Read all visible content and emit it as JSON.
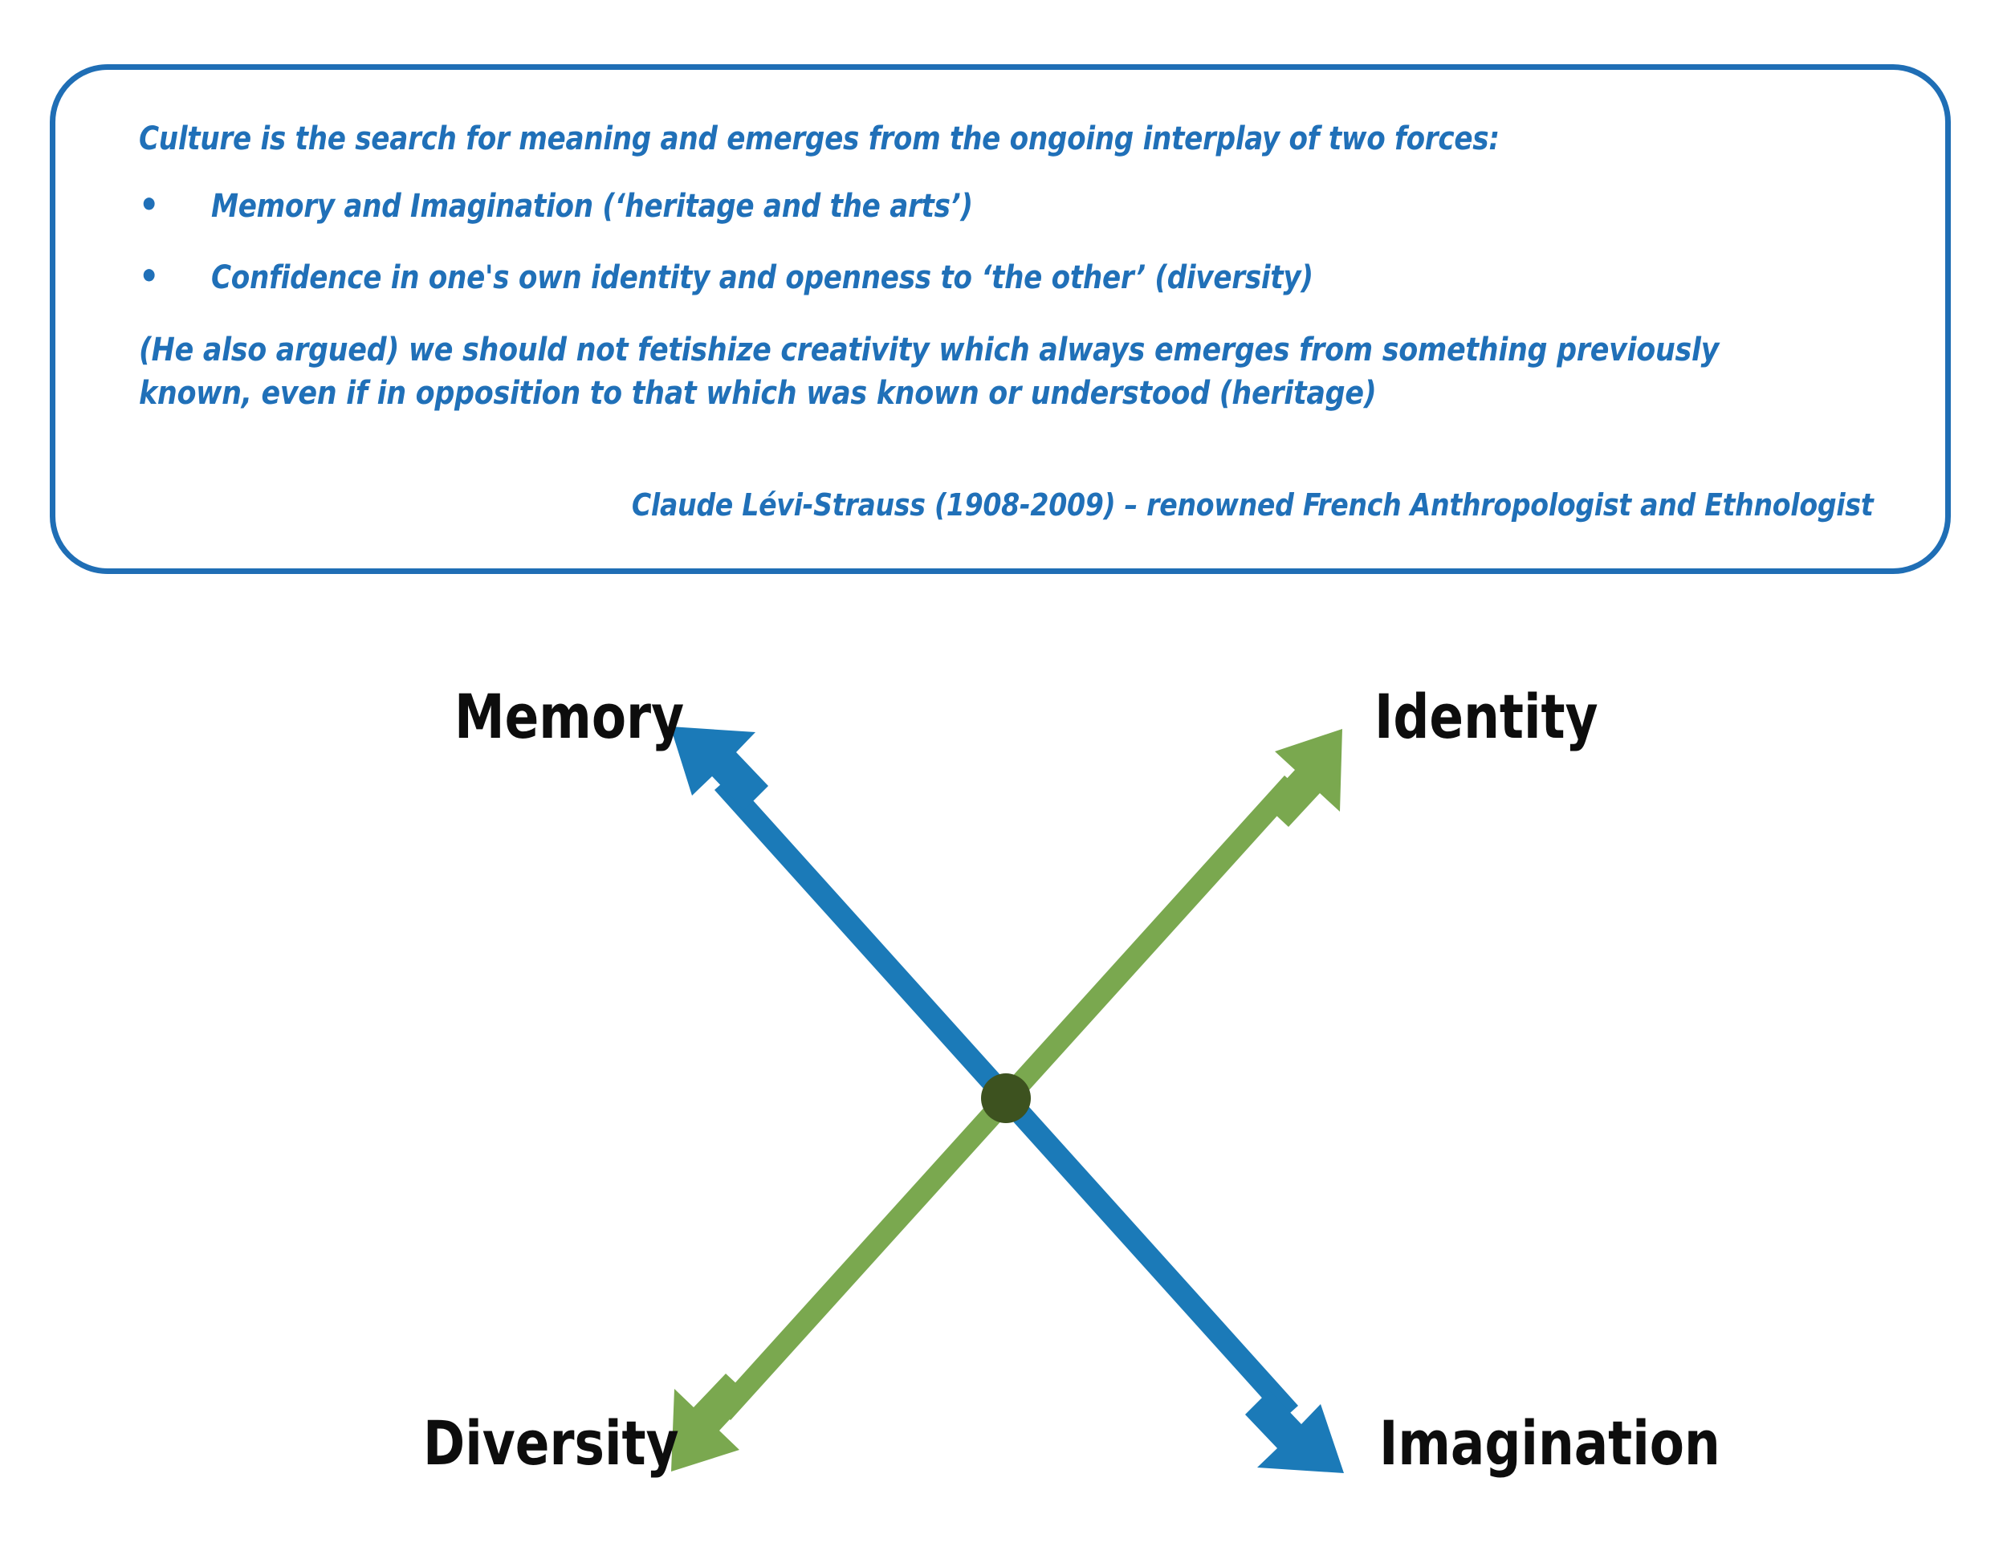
{
  "quote": {
    "heading": "Culture is the search for meaning and emerges from the ongoing interplay of two forces:",
    "bullet_marker": "•",
    "bullets": [
      "Memory and Imagination (‘heritage and the arts’)",
      "Confidence in one's own identity and openness to ‘the other’ (diversity)"
    ],
    "paragraph": "(He also argued) we should not fetishize creativity which always emerges from something previously known, even if in opposition to that which was known or understood (heritage)",
    "attribution": "Claude Lévi-Strauss (1908-2009) – renowned French Anthropologist and Ethnologist",
    "text_color": "#2070b8",
    "border_color": "#1f6eb5"
  },
  "diagram": {
    "type": "cross-axis",
    "labels": {
      "top_left": "Memory",
      "top_right": "Identity",
      "bottom_left": "Diversity",
      "bottom_right": "Imagination"
    },
    "axes": [
      {
        "name": "memory-imagination-axis",
        "color": "#1b7ab8",
        "from": "Memory",
        "to": "Imagination",
        "double_headed": true
      },
      {
        "name": "diversity-identity-axis",
        "color": "#7aa84f",
        "from": "Diversity",
        "to": "Identity",
        "double_headed": true
      }
    ],
    "center_dot": {
      "name": "intersection-point",
      "color": "#3d521f",
      "radius": 31
    },
    "label_color": "#0d0d0d"
  }
}
